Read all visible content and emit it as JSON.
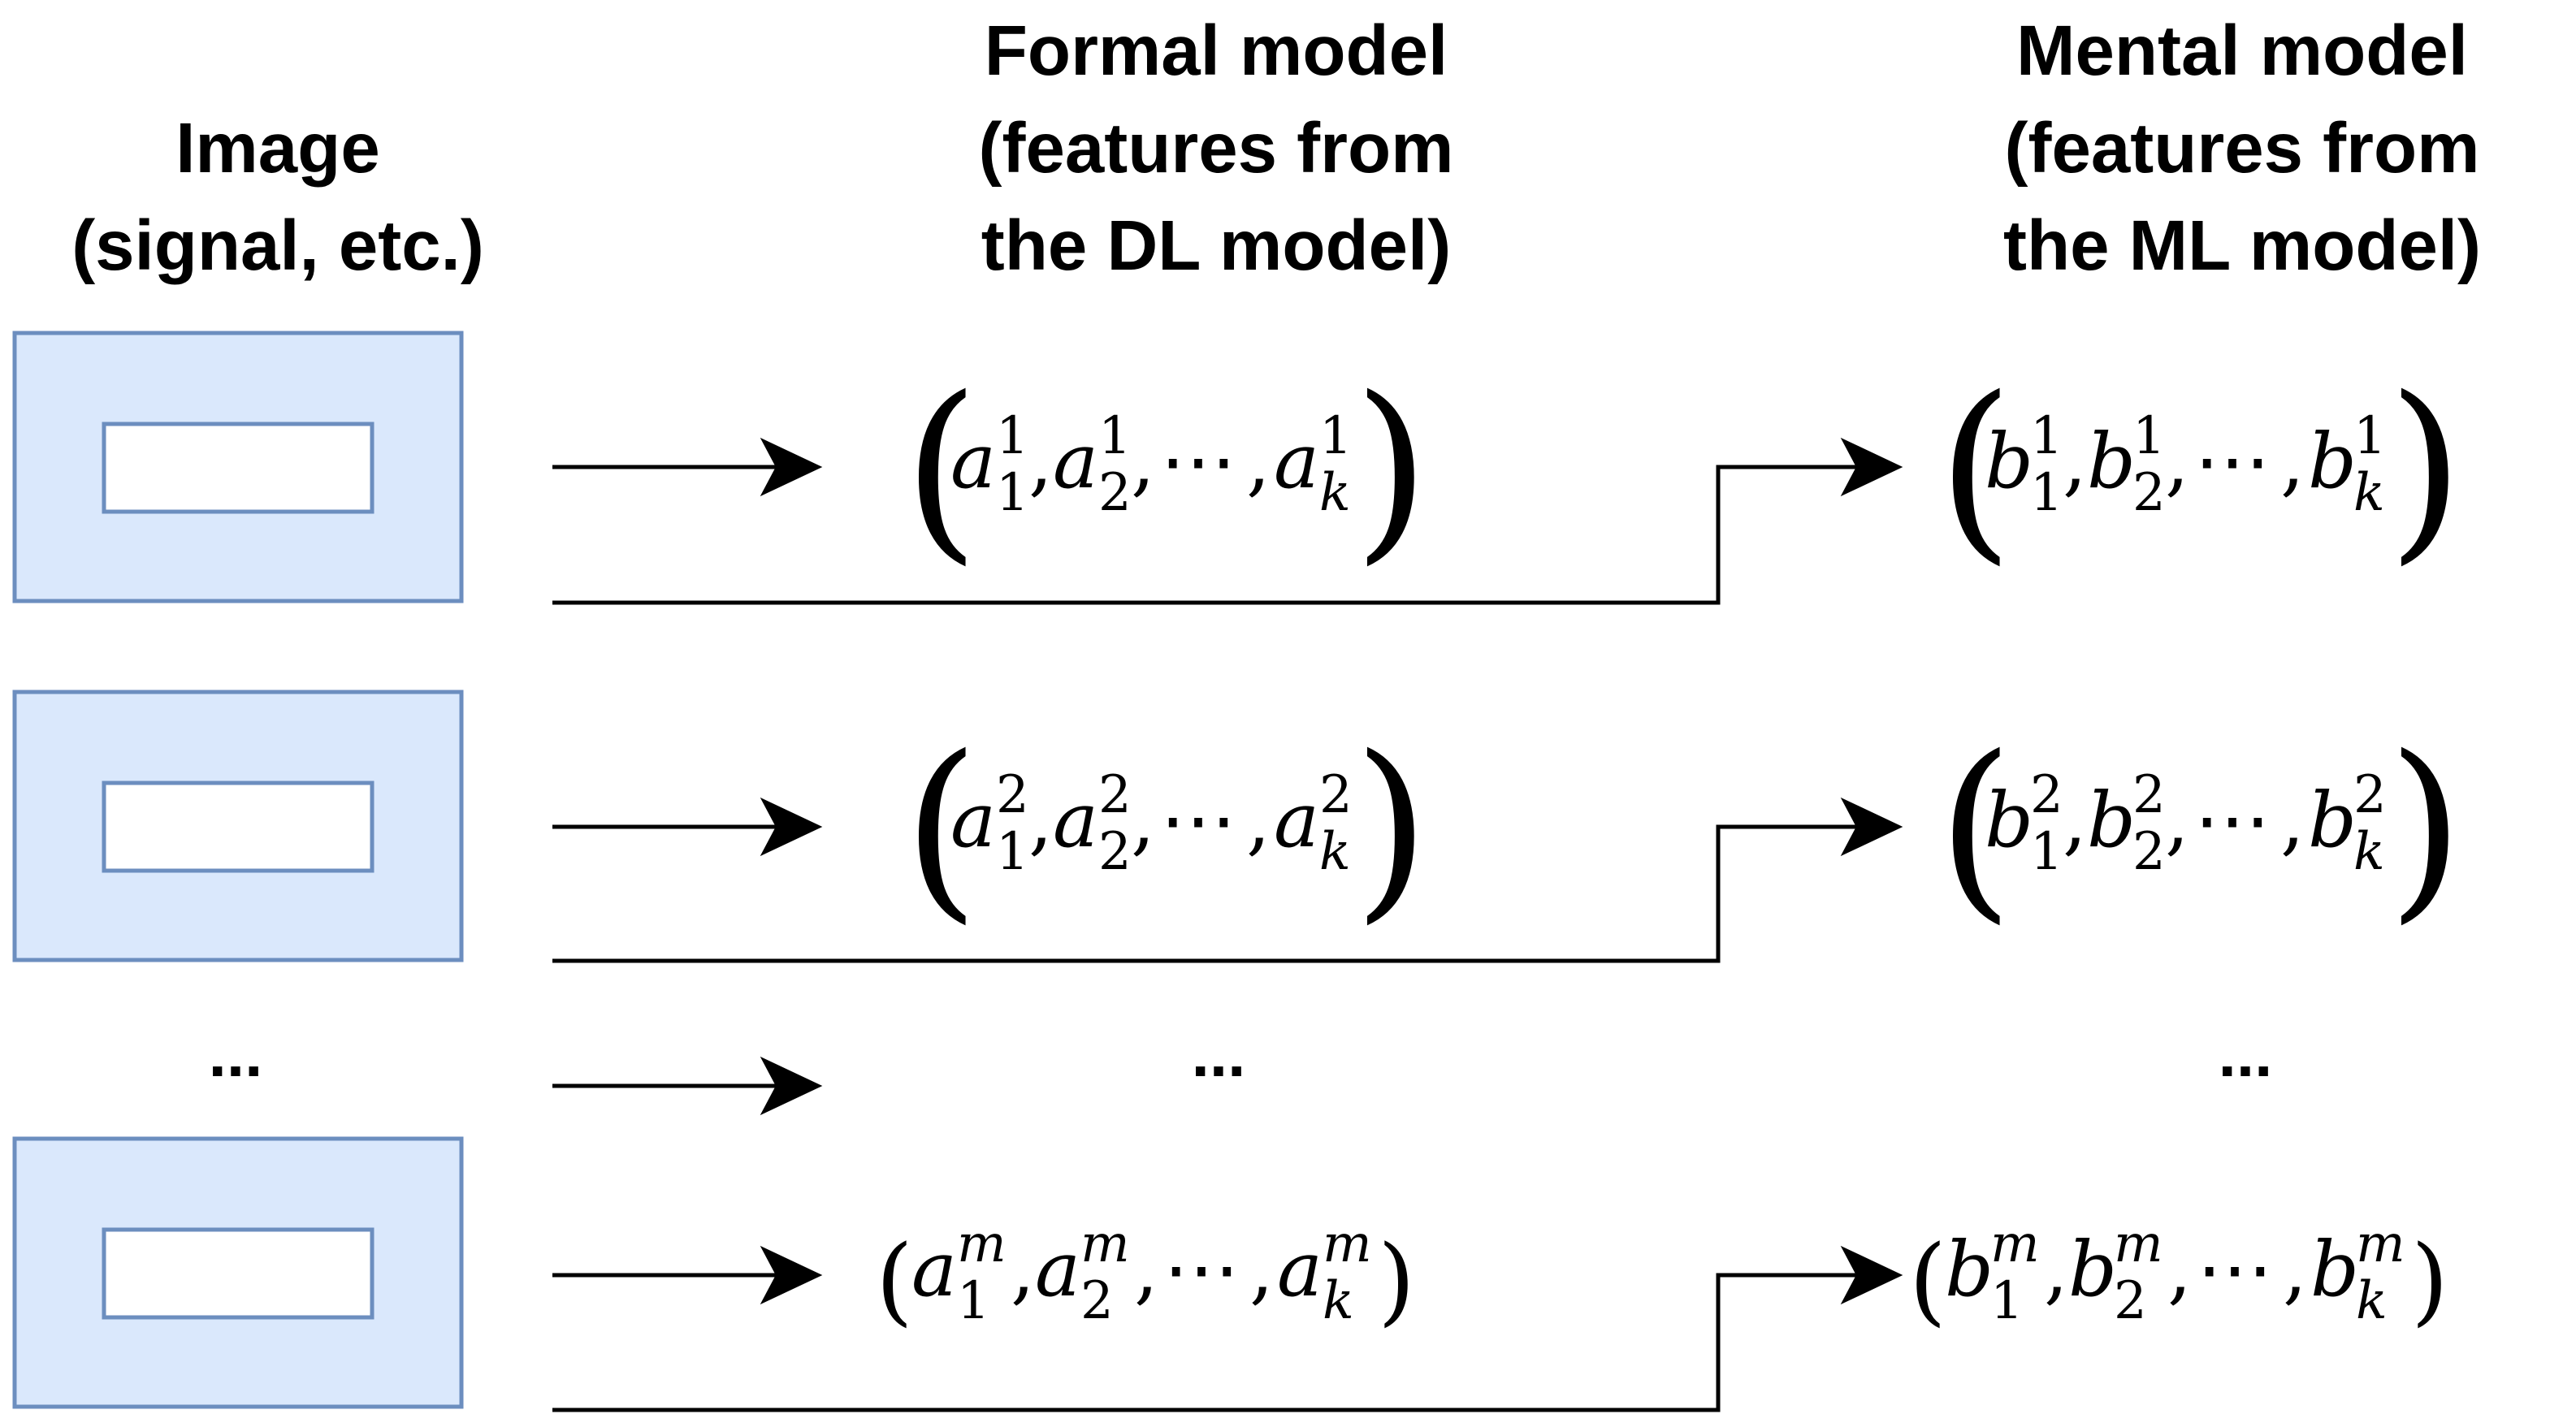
{
  "columns": {
    "image": {
      "lines": [
        "Image",
        "(signal, etc.)"
      ]
    },
    "formal": {
      "lines": [
        "Formal model",
        "(features from",
        "the DL model)"
      ]
    },
    "mental": {
      "lines": [
        "Mental model",
        "(features from",
        "the ML model)"
      ]
    }
  },
  "rows": [
    {
      "superscript": "1",
      "formal_var": "a",
      "mental_var": "b",
      "indices": [
        "1",
        "2",
        "k"
      ],
      "separator": "⋯"
    },
    {
      "superscript": "2",
      "formal_var": "a",
      "mental_var": "b",
      "indices": [
        "1",
        "2",
        "k"
      ],
      "separator": "⋯"
    },
    {
      "superscript": "m",
      "formal_var": "a",
      "mental_var": "b",
      "indices": [
        "1",
        "2",
        "k"
      ],
      "separator": "⋯"
    }
  ],
  "ellipsis": "...",
  "colors": {
    "image_fill": "#dae8fc",
    "image_stroke": "#6c8ebf",
    "inner_fill": "#ffffff",
    "line": "#000000"
  }
}
